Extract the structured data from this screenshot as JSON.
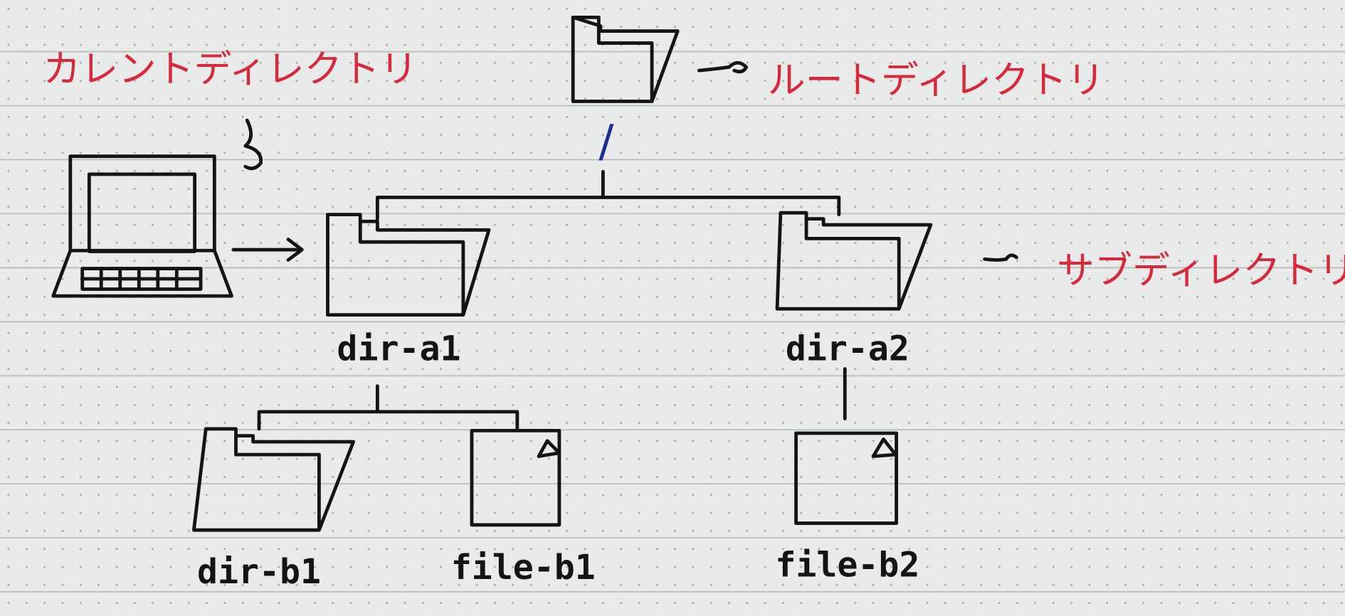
{
  "colors": {
    "paper": "#e9ebea",
    "ink": "#141414",
    "red_pen": "#d8283c",
    "blue_pen": "#1a2d9a"
  },
  "annotations": {
    "current_directory": "カレントディレクトリ",
    "root_directory": "ルートディレクトリ",
    "sub_directory": "サブディレクトリ"
  },
  "tree": {
    "root": {
      "label": "/",
      "type": "folder"
    },
    "level1": [
      {
        "label": "dir-a1",
        "type": "folder"
      },
      {
        "label": "dir-a2",
        "type": "folder"
      }
    ],
    "level2": [
      {
        "label": "dir-b1",
        "type": "folder",
        "parent": "dir-a1"
      },
      {
        "label": "file-b1",
        "type": "file",
        "parent": "dir-a1"
      },
      {
        "label": "file-b2",
        "type": "file",
        "parent": "dir-a2"
      }
    ]
  },
  "icons": [
    "laptop-icon",
    "folder-icon",
    "file-icon",
    "arrow-right-icon"
  ]
}
